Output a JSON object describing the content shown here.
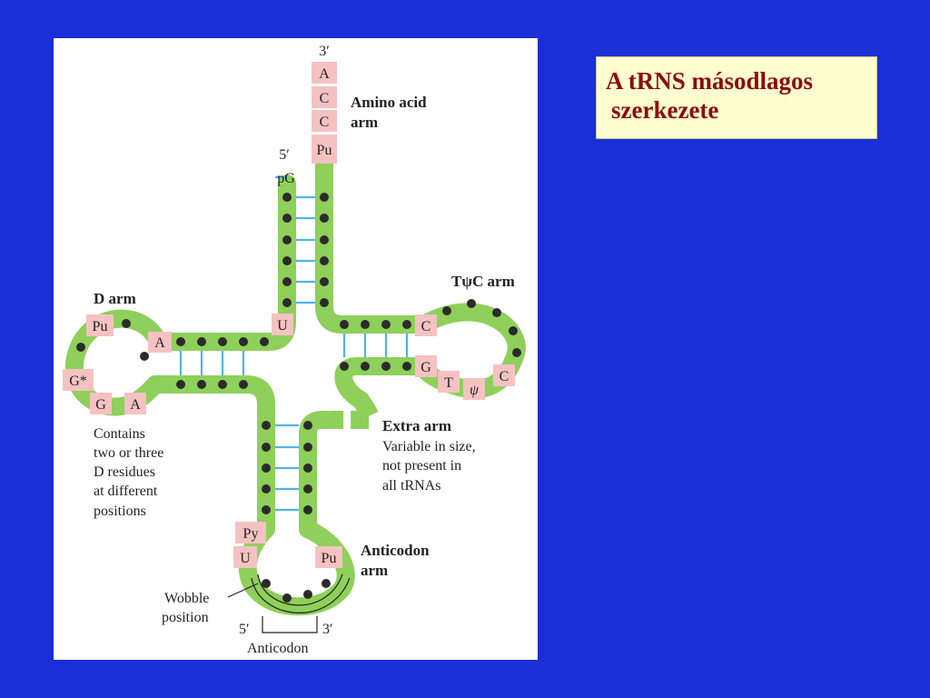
{
  "title": {
    "line1": "A tRNS másodlagos",
    "line2": "szerkezete"
  },
  "colors": {
    "background": "#1b2fd6",
    "title_text": "#8b0d0d",
    "title_box": "#fefdd0",
    "strand": "#8ed05a",
    "base_box": "#f5c2c2",
    "dot": "#2b2b2b",
    "bond": "#4fb3e8"
  },
  "diagram": {
    "amino_acid_arm": {
      "prime_top": "3′",
      "bases": [
        "A",
        "C",
        "C",
        "Pu"
      ],
      "label_line1": "Amino acid",
      "label_line2": "arm",
      "prime_5": "5′",
      "pG": "pG"
    },
    "d_arm": {
      "label": "D arm",
      "bases": {
        "pu": "Pu",
        "a": "A",
        "gstar": "G*",
        "g": "G",
        "a2": "A"
      },
      "note": [
        "Contains",
        "two or three",
        "D residues",
        "at different",
        "positions"
      ]
    },
    "junction_base": "U",
    "tpsic_arm": {
      "label": "TψC arm",
      "bases": {
        "c1": "C",
        "g": "G",
        "t": "T",
        "psi": "ψ",
        "c2": "C"
      }
    },
    "extra_arm": {
      "label": "Extra arm",
      "note": [
        "Variable in size,",
        "not present in",
        "all tRNAs"
      ]
    },
    "anticodon_arm": {
      "label_line1": "Anticodon",
      "label_line2": "arm",
      "bases": {
        "py": "Py",
        "u": "U",
        "pu": "Pu"
      },
      "wobble": [
        "Wobble",
        "position"
      ],
      "prime_5": "5′",
      "prime_3": "3′",
      "anticodon": "Anticodon"
    }
  }
}
